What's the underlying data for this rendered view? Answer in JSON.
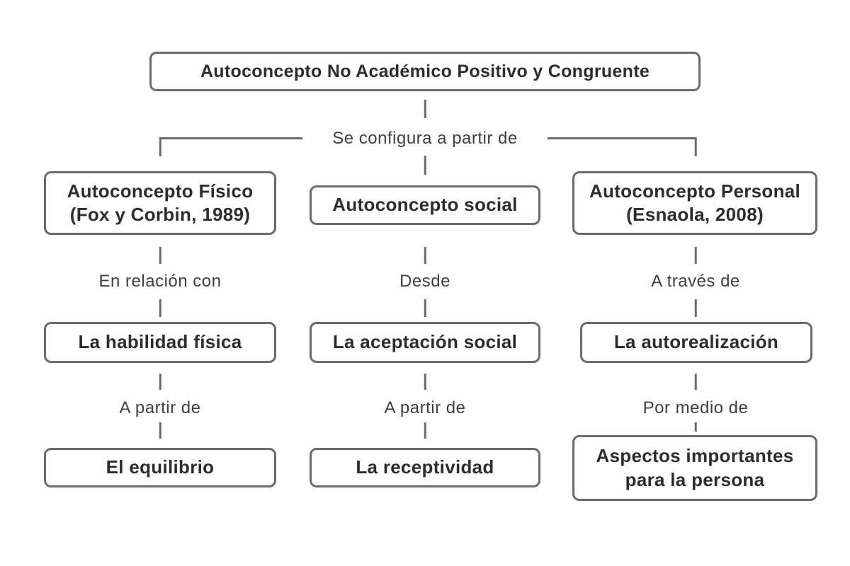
{
  "theme": {
    "background": "#ffffff",
    "line_color": "#6b6b6b",
    "box_text_color": "#2d2d30",
    "label_text_color": "#3f3f3f"
  },
  "diagram": {
    "title": "Autoconcepto No Académico Positivo y Congruente",
    "root_connector_label": "Se configura a partir de",
    "columns": [
      {
        "concept": "Autoconcepto Físico\n(Fox y Corbin, 1989)",
        "link1_label": "En relación con",
        "node2": "La habilidad física",
        "link2_label": "A partir de",
        "node3": "El equilibrio"
      },
      {
        "concept": "Autoconcepto social",
        "link1_label": "Desde",
        "node2": "La aceptación social",
        "link2_label": "A partir de",
        "node3": "La receptividad"
      },
      {
        "concept": "Autoconcepto Personal\n(Esnaola, 2008)",
        "link1_label": "A través de",
        "node2": "La autorealización",
        "link2_label": "Por medio de",
        "node3": "Aspectos importantes\npara la persona"
      }
    ]
  }
}
